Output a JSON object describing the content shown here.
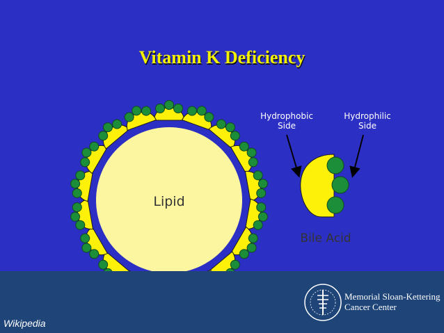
{
  "slide": {
    "title": "Vitamin K Deficiency",
    "background_color": "#2c2fc4",
    "footer_color": "#1e4478"
  },
  "diagram": {
    "lipid_label": "Lipid",
    "bile_acid_label": "Bile Acid",
    "hydrophobic_label": [
      "Hydrophobic",
      "Side"
    ],
    "hydrophilic_label": [
      "Hydrophilic",
      "Side"
    ],
    "colors": {
      "lipid": "#fdf6a0",
      "hydrophobic": "#fdf10a",
      "hydrophilic": "#1c8e3a"
    }
  },
  "footer": {
    "logo_text": [
      "Memorial Sloan-Kettering",
      "Cancer Center"
    ],
    "credit": "Wikipedia"
  }
}
